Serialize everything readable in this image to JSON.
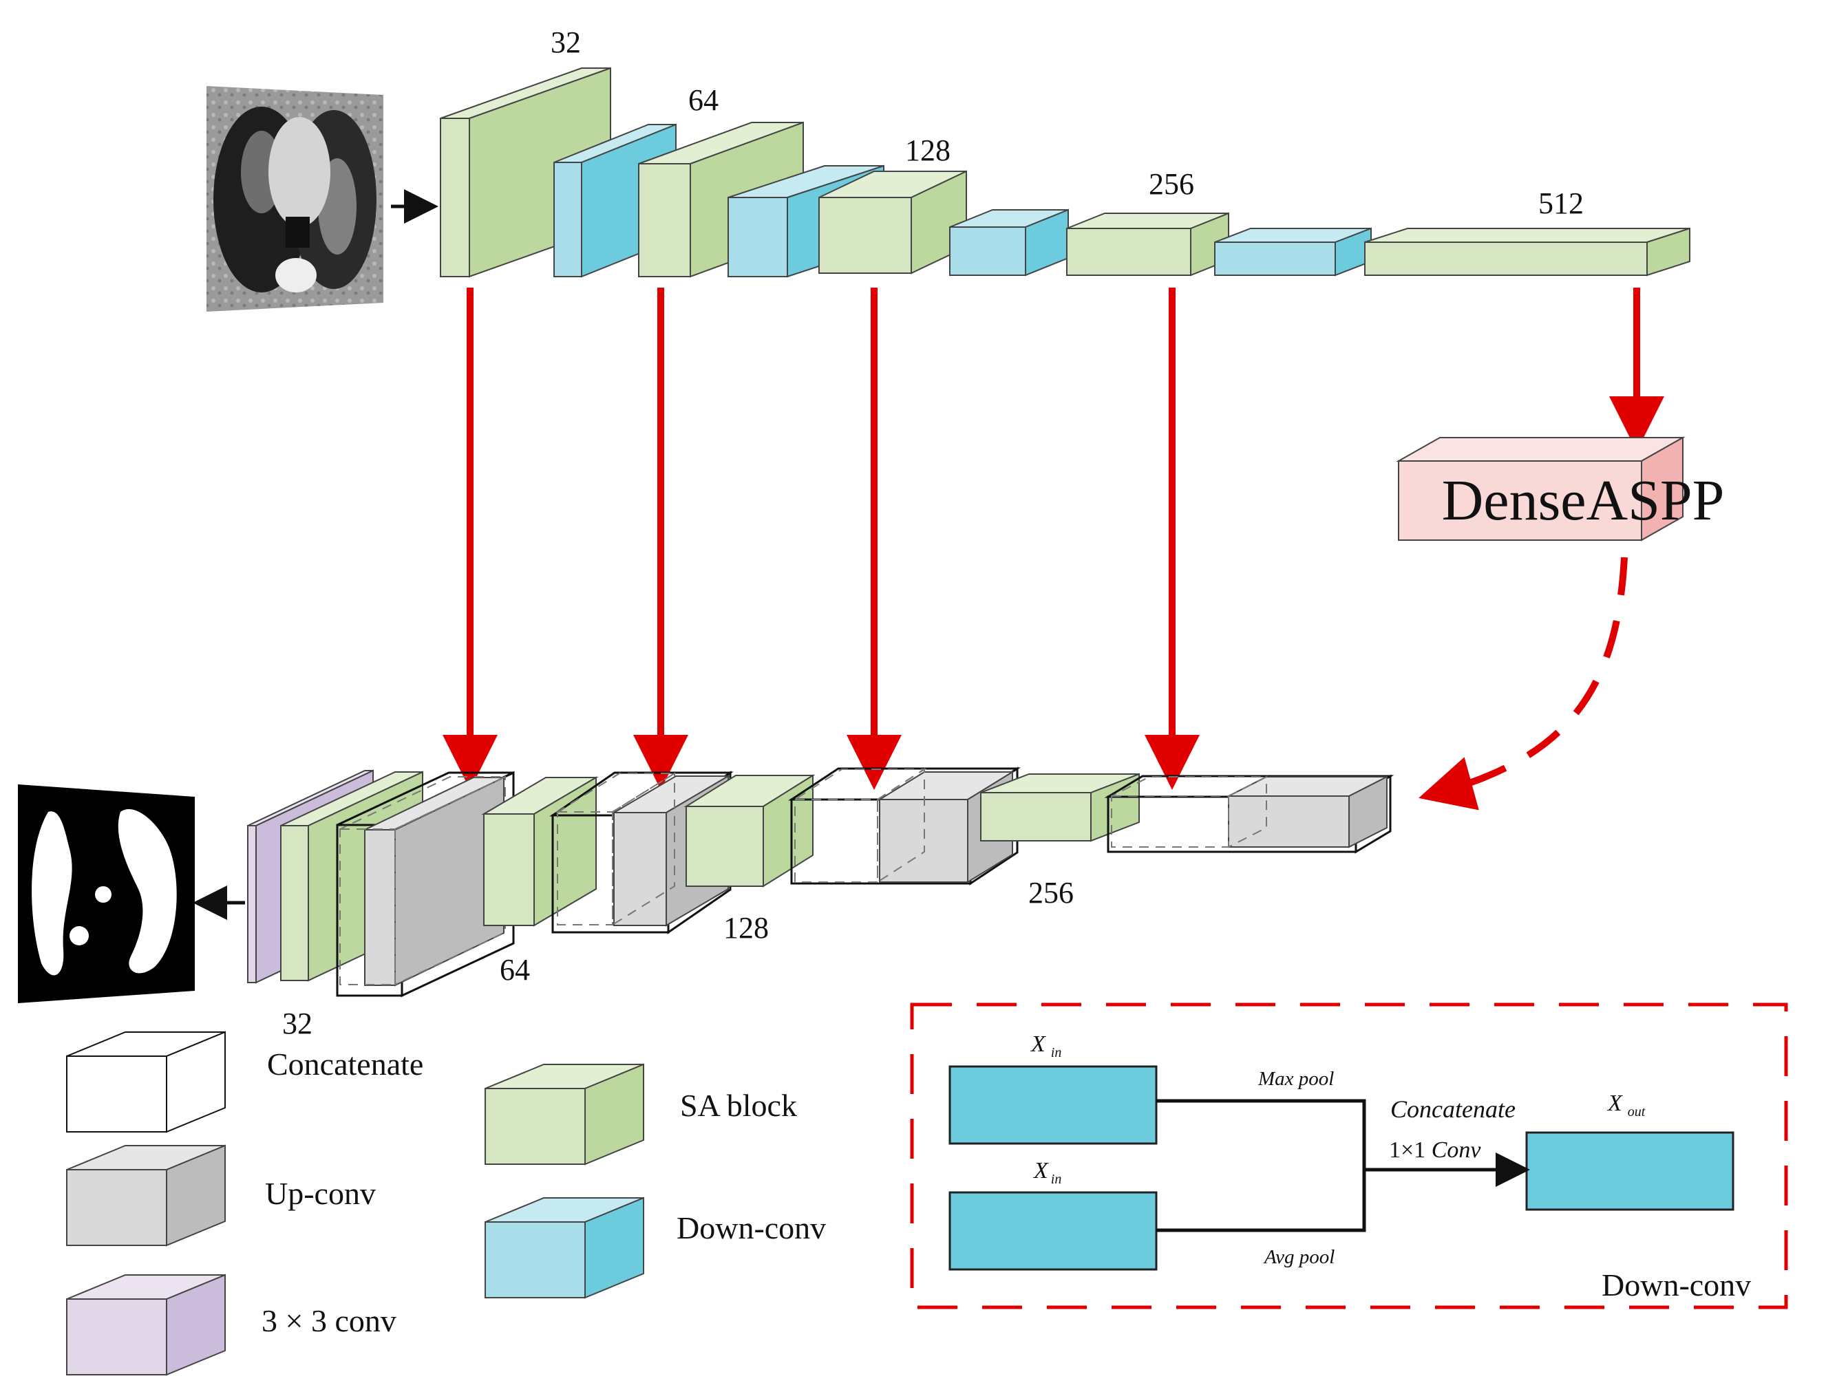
{
  "colors": {
    "sa_front": "#d6e6c2",
    "sa_top": "#e3efd3",
    "sa_side": "#bcd89e",
    "dc_front": "#a8dde9",
    "dc_top": "#c5eaf2",
    "dc_side": "#6ccbdd",
    "up_front": "#d9d9d9",
    "up_top": "#e6e6e6",
    "up_side": "#bcbcbc",
    "cv_front": "#e2d7e9",
    "cv_top": "#ebe3f0",
    "cv_side": "#cbbcdb",
    "aspp_front": "#f9d8d8",
    "aspp_top": "#fbe3e3",
    "aspp_side": "#f2b2b2",
    "arrow_red": "#e00000",
    "edge": "#444444"
  },
  "encoder": {
    "labels": [
      "32",
      "64",
      "128",
      "256",
      "512"
    ]
  },
  "decoder": {
    "labels": [
      "32",
      "64",
      "128",
      "256"
    ]
  },
  "aspp": {
    "label": "DenseASPP"
  },
  "legend": {
    "concatenate": "Concatenate",
    "upconv": "Up-conv",
    "conv3": "3 × 3 conv",
    "sa": "SA block",
    "downconv": "Down-conv"
  },
  "downconv_detail": {
    "x_in": "X",
    "x_in_sub": "in",
    "x_out": "X",
    "x_out_sub": "out",
    "max_pool": "Max pool",
    "avg_pool": "Avg pool",
    "concatenate": "Concatenate",
    "conv_prefix": "1×1 ",
    "conv_label": "Conv",
    "box_title": "Down-conv"
  },
  "icons": {
    "ct_scan": "ct-scan-image-icon",
    "segmentation": "segmentation-mask-icon"
  }
}
